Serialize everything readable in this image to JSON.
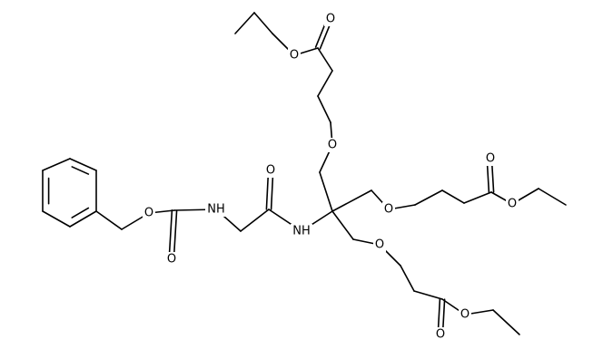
{
  "atom_labels": {
    "o_ester_top": "O",
    "o_carbonyl_top": "O",
    "o_ether_top": "O",
    "o_ether_mid": "O",
    "o_carbonyl_mid": "O",
    "o_ester_mid": "O",
    "o_ether_bottom": "O",
    "o_carbonyl_bottom": "O",
    "o_ester_bottom": "O",
    "o_carbamate_ester": "O",
    "o_carbamate_carbonyl": "O",
    "n_carbamate": "NH",
    "o_amide_carbonyl": "O",
    "n_amide": "NH"
  },
  "colors": {
    "bond": "#000000",
    "label": "#000000",
    "background": "#ffffff"
  }
}
